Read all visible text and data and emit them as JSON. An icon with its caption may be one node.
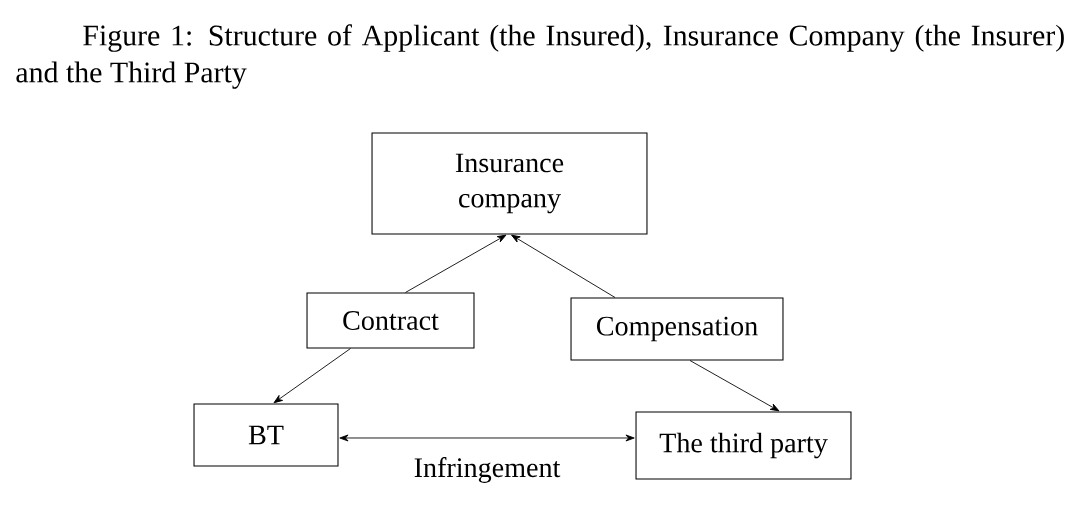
{
  "diagram": {
    "title": "Figure 1: Structure of Applicant (the Insured), Insurance Company (the Insurer) and the Third Party",
    "nodes": [
      {
        "text": [
          "Insurance company"
        ]
      },
      {
        "text": [
          "Contract"
        ]
      },
      {
        "text": [
          "Compensation"
        ]
      },
      {
        "text": [
          "BT"
        ]
      },
      {
        "text": [
          "The third party"
        ]
      }
    ],
    "edges": [
      {
        "from": 1,
        "to": 0,
        "arrow": "to"
      },
      {
        "from": 2,
        "to": 0,
        "arrow": "to"
      },
      {
        "from": 1,
        "to": 3,
        "arrow": "to"
      },
      {
        "from": 2,
        "to": 4,
        "arrow": "to"
      },
      {
        "from": 3,
        "to": 4,
        "arrow": "both",
        "label": "Infringement"
      }
    ]
  }
}
